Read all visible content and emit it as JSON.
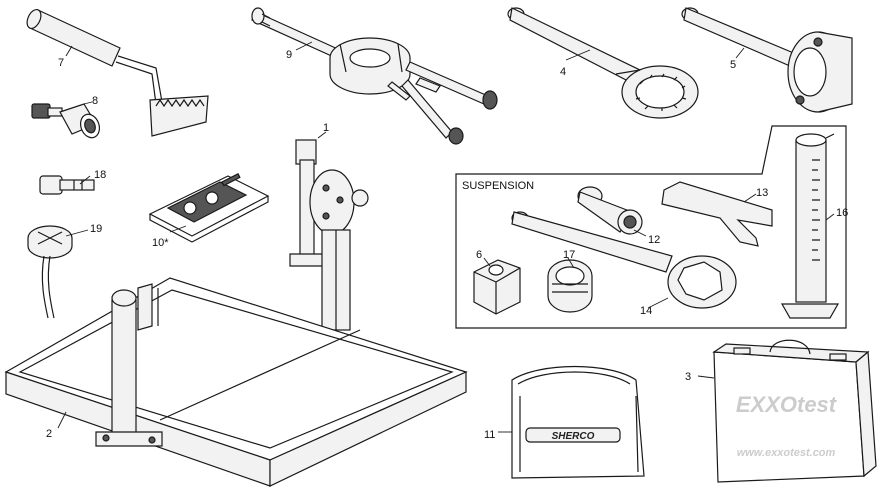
{
  "parts": [
    {
      "id": "p1",
      "label": "1"
    },
    {
      "id": "p2",
      "label": "2"
    },
    {
      "id": "p3",
      "label": "3"
    },
    {
      "id": "p4",
      "label": "4"
    },
    {
      "id": "p5",
      "label": "5"
    },
    {
      "id": "p6",
      "label": "6"
    },
    {
      "id": "p7",
      "label": "7"
    },
    {
      "id": "p8",
      "label": "8"
    },
    {
      "id": "p9",
      "label": "9"
    },
    {
      "id": "p10",
      "label": "10*"
    },
    {
      "id": "p11",
      "label": "11"
    },
    {
      "id": "p12",
      "label": "12"
    },
    {
      "id": "p13",
      "label": "13"
    },
    {
      "id": "p14",
      "label": "14"
    },
    {
      "id": "p16",
      "label": "16"
    },
    {
      "id": "p17",
      "label": "17"
    },
    {
      "id": "p18",
      "label": "18"
    },
    {
      "id": "p19",
      "label": "19"
    }
  ],
  "suspension_box": {
    "title": "SUSPENSION"
  },
  "case_branding": {
    "logo_text": "EXXOtest",
    "url_text": "www.exxotest.com"
  },
  "bag_branding": {
    "logo_text": "SHERCO"
  }
}
